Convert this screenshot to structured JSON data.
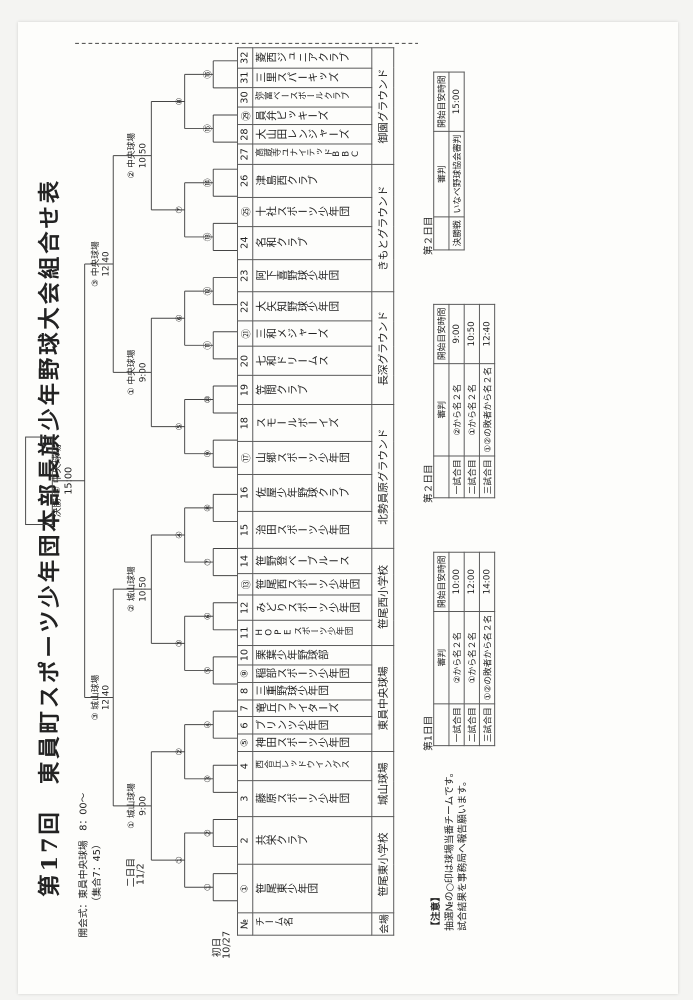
{
  "title": "第17回　東員町スポーツ少年団本部長旗少年野球大会組合せ表",
  "meta": {
    "opening": "開会式：東員中央球場　8：00〜",
    "assembly": "（集合7：45）"
  },
  "days": {
    "day1_label": "初日",
    "day1_date": "10/27",
    "day2_label": "二日目",
    "day2_date": "11/2"
  },
  "header": {
    "no": "№",
    "name": "チーム名",
    "venue": "会場"
  },
  "teams": [
    {
      "no": "①",
      "name": "笹尾東少年団"
    },
    {
      "no": "2",
      "name": "共栄クラブ"
    },
    {
      "no": "3",
      "name": "藤原スポーツ少年団"
    },
    {
      "no": "4",
      "name": "西合丘レッドウイングス"
    },
    {
      "no": "⑤",
      "name": "神田スポーツ少年団"
    },
    {
      "no": "6",
      "name": "ブリンツ少年団"
    },
    {
      "no": "7",
      "name": "竜丘ファイターズ"
    },
    {
      "no": "8",
      "name": "三重野球少年団"
    },
    {
      "no": "⑨",
      "name": "稲部スポーツ少年団"
    },
    {
      "no": "10",
      "name": "栗葉少年野球部"
    },
    {
      "no": "11",
      "name": "HOPEスポーツ少年団"
    },
    {
      "no": "12",
      "name": "みどりスポーツ少年団"
    },
    {
      "no": "⑬",
      "name": "笹尾西スポーツ少年団"
    },
    {
      "no": "14",
      "name": "笹野登ベーブルース"
    },
    {
      "no": "15",
      "name": "治田スポーツ少年団"
    },
    {
      "no": "16",
      "name": "佐屋少年野球クラブ"
    },
    {
      "no": "⑰",
      "name": "山郷スポーツ少年団"
    },
    {
      "no": "18",
      "name": "スモールボーイズ"
    },
    {
      "no": "19",
      "name": "笠間クラブ"
    },
    {
      "no": "20",
      "name": "七和ドリームス"
    },
    {
      "no": "㉑",
      "name": "三和メジャーズ"
    },
    {
      "no": "22",
      "name": "大矢知野球少年団"
    },
    {
      "no": "23",
      "name": "阿下喜野球少年団"
    },
    {
      "no": "24",
      "name": "名和クラブ"
    },
    {
      "no": "㉕",
      "name": "十社スポーツ少年団"
    },
    {
      "no": "26",
      "name": "津島西クラブ"
    },
    {
      "no": "27",
      "name": "高蔵寺ユナイテッドBBC"
    },
    {
      "no": "28",
      "name": "大山田レンジャーズ"
    },
    {
      "no": "㉙",
      "name": "員弁ピッキーズ"
    },
    {
      "no": "30",
      "name": "弥富ベースボールクラブ"
    },
    {
      "no": "31",
      "name": "三里スパーキッズ"
    },
    {
      "no": "32",
      "name": "菱西ジュニアクラブ"
    }
  ],
  "venues": [
    "笹尾東小学校",
    "城山球場",
    "東員中央球場",
    "笹尾西小学校",
    "北勢員原グラウンド",
    "長深グラウンド",
    "きもとグラウンド",
    "御園グラウンド"
  ],
  "bracket": {
    "r1": [
      "①",
      "②",
      "③",
      "④",
      "⑤",
      "⑥",
      "⑦",
      "⑧",
      "⑨",
      "⑩",
      "⑪",
      "⑫",
      "⑬",
      "⑭",
      "⑮",
      "⑯"
    ],
    "r2": [
      "①",
      "②",
      "③",
      "④",
      "⑤",
      "⑥",
      "⑦",
      "⑧"
    ],
    "r3_left": [
      "①",
      "②"
    ],
    "r3_right": [
      "③",
      "④"
    ],
    "s1": "① 城山球場",
    "s1t": "9:00",
    "s2": "② 城山球場",
    "s2t": "10:50",
    "s3": "③ 城山球場",
    "s3t": "12:40",
    "c1": "① 中央球場",
    "c1t": "9:00",
    "c2": "② 中央球場",
    "c2t": "10:50",
    "c3": "③ 中央球場",
    "c3t": "12:40",
    "final": "決勝 ④ 中央球場",
    "final_t": "15:00"
  },
  "schedule1": {
    "day": "第1日目",
    "h": [
      "",
      "審判",
      "開始目安時間"
    ],
    "rows": [
      [
        "一試合目",
        "②から名２名",
        "10:00"
      ],
      [
        "二試合目",
        "①から名２名",
        "12:00"
      ],
      [
        "三試合目",
        "①②の敗者から名２名",
        "14:00"
      ]
    ]
  },
  "schedule2": {
    "day": "第２日目",
    "h": [
      "",
      "審判",
      "開始目安時間"
    ],
    "rows": [
      [
        "一試合目",
        "②から名２名",
        "9:00"
      ],
      [
        "二試合目",
        "①から名２名",
        "10:50"
      ],
      [
        "三試合目",
        "①②の敗者から名２名",
        "12:40"
      ]
    ]
  },
  "schedule3": {
    "day": "第２日目",
    "h": [
      "",
      "審判",
      "開始目安時間"
    ],
    "rows": [
      [
        "決勝戦",
        "いなべ野球協会審判",
        "15:00"
      ]
    ]
  },
  "notes": {
    "head": "【注意】",
    "l1": "抽選№の○印は球場当番チームです。",
    "l2": "試合結果を事務局へ報告願います。"
  }
}
